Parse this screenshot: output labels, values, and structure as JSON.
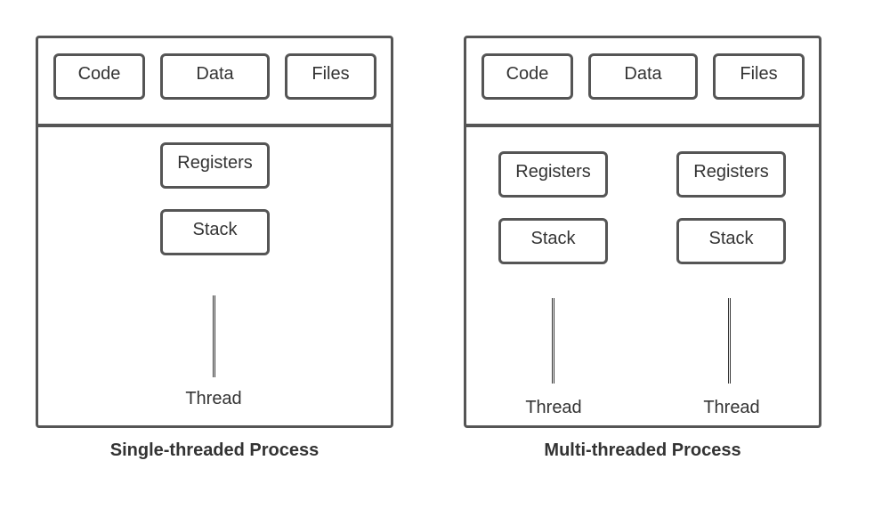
{
  "single": {
    "caption": "Single-threaded Process",
    "shared": {
      "code": "Code",
      "data": "Data",
      "files": "Files"
    },
    "thread": {
      "registers": "Registers",
      "stack": "Stack",
      "label": "Thread"
    }
  },
  "multi": {
    "caption": "Multi-threaded Process",
    "shared": {
      "code": "Code",
      "data": "Data",
      "files": "Files"
    },
    "threads": [
      {
        "registers": "Registers",
        "stack": "Stack",
        "label": "Thread"
      },
      {
        "registers": "Registers",
        "stack": "Stack",
        "label": "Thread"
      }
    ]
  },
  "colors": {
    "stroke": "#555555",
    "text": "#333333",
    "background": "#ffffff"
  }
}
